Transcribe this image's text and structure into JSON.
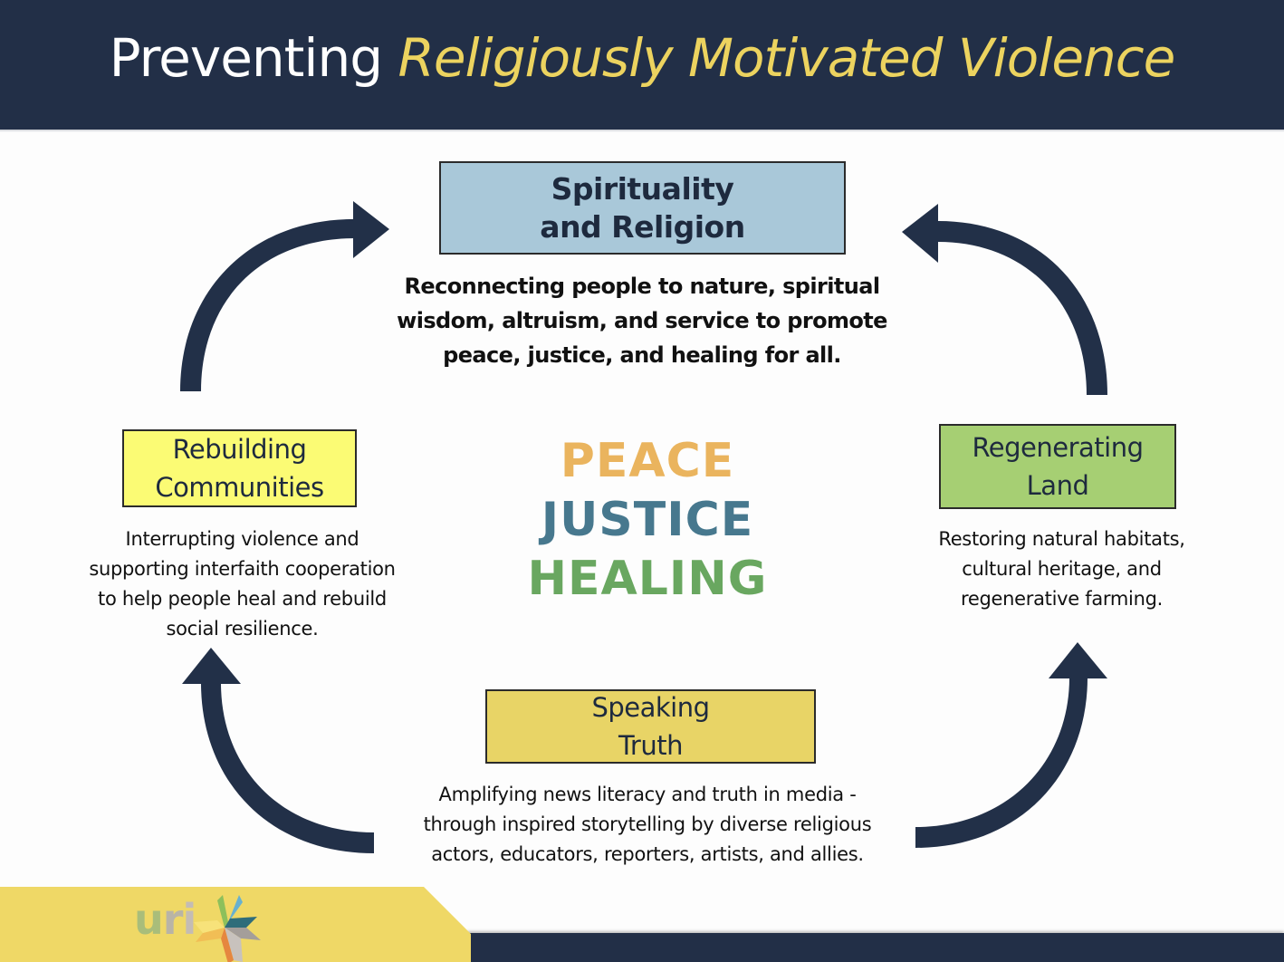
{
  "header": {
    "title_plain": "Preventing",
    "title_accent": "Religiously Motivated Violence",
    "background_color": "#222f47",
    "accent_color": "#ecd35f"
  },
  "nodes": {
    "top": {
      "title_line1": "Spirituality",
      "title_line2": "and Religion",
      "color": "#a9c8d9",
      "description_lines": [
        "Reconnecting people to nature, spiritual",
        "wisdom, altruism, and service to promote",
        "peace, justice, and healing for all."
      ]
    },
    "left": {
      "title_line1": "Rebuilding",
      "title_line2": "Communities",
      "color": "#fbfb74",
      "description_lines": [
        "Interrupting violence and",
        "supporting interfaith cooperation",
        "to help people heal and rebuild",
        "social resilience."
      ]
    },
    "right": {
      "title_line1": "Regenerating",
      "title_line2": "Land",
      "color": "#a6cf73",
      "description_lines": [
        "Restoring natural habitats,",
        "cultural heritage, and",
        "regenerative farming."
      ]
    },
    "bottom": {
      "title_line1": "Speaking",
      "title_line2": "Truth",
      "color": "#e8d466",
      "description_lines": [
        "Amplifying news literacy and truth in media -",
        "through inspired storytelling by diverse religious",
        "actors, educators, reporters, artists, and allies."
      ]
    }
  },
  "center": {
    "words": [
      {
        "text": "PEACE",
        "color": "#eab45e"
      },
      {
        "text": "JUSTICE",
        "color": "#47788e"
      },
      {
        "text": "HEALING",
        "color": "#69a760"
      }
    ]
  },
  "arrows": {
    "color": "#223048",
    "items": [
      {
        "name": "left-to-top",
        "direction": "right"
      },
      {
        "name": "right-to-top",
        "direction": "left"
      },
      {
        "name": "bottom-to-left",
        "direction": "up"
      },
      {
        "name": "bottom-to-right",
        "direction": "up"
      }
    ]
  },
  "footer": {
    "logo_text_u": "u",
    "logo_text_r": "r",
    "logo_text_i": "i",
    "logo_colors": [
      "#8dc05b",
      "#68b1cf",
      "#2f6d7a",
      "#a49e9a",
      "#c8c2bd",
      "#e5873f",
      "#f1be55",
      "#f7e27a"
    ],
    "band_color": "#efd866"
  }
}
